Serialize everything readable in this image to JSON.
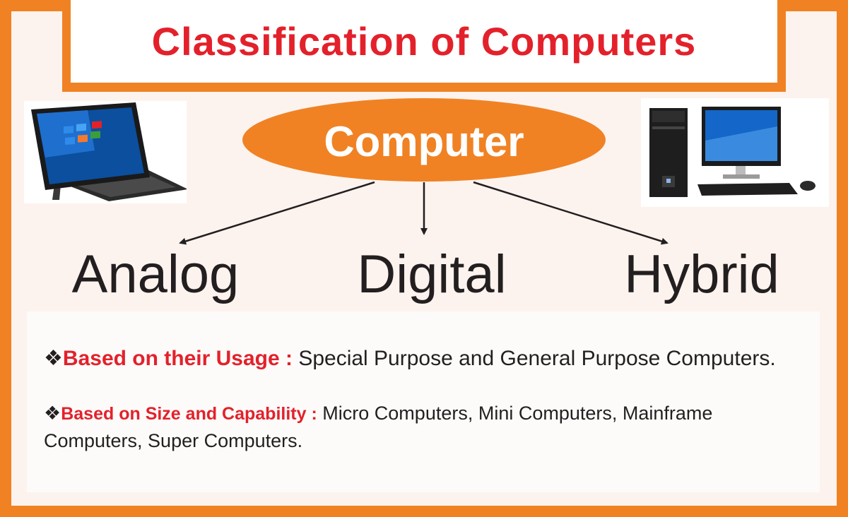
{
  "title": "Classification of Computers",
  "diagram": {
    "root": "Computer",
    "children": [
      "Analog",
      "Digital",
      "Hybrid"
    ]
  },
  "illustrations": {
    "left": "laptop-tablet-icon",
    "right": "desktop-computer-icon"
  },
  "info": {
    "bullet": "❖",
    "usage": {
      "label": "Based on their Usage :",
      "text": " Special Purpose and General Purpose Computers."
    },
    "size": {
      "label": "Based on Size and Capability :",
      "text": " Micro Computers, Mini Computers, Mainframe Computers, Super Computers."
    }
  },
  "colors": {
    "accent": "#f08224",
    "title": "#e3212b",
    "text": "#231f20"
  }
}
